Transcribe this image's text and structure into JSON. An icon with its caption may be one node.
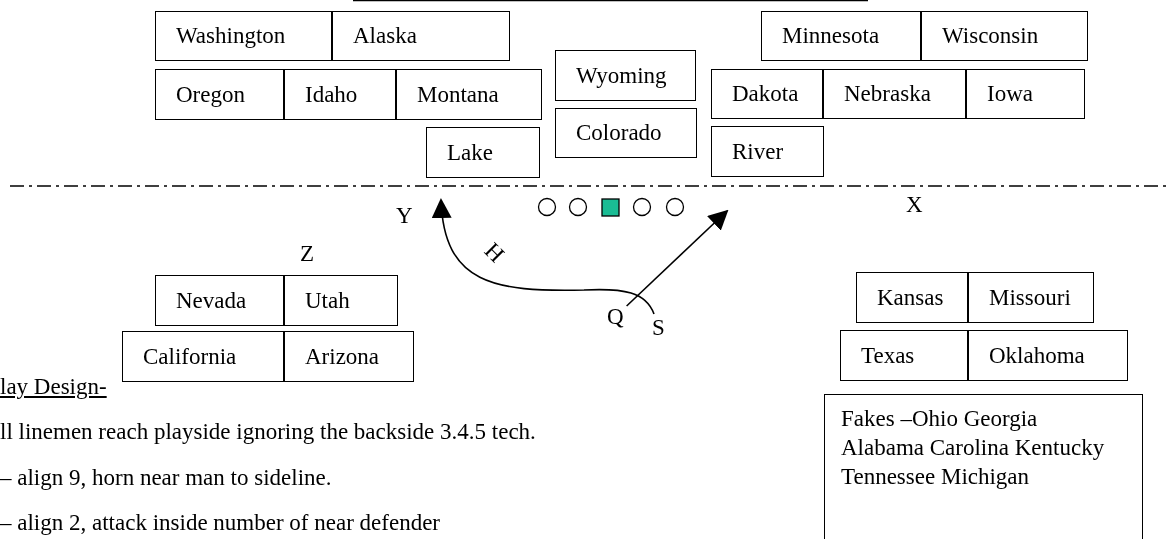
{
  "diagram": {
    "nodes": [
      {
        "text": [
          "Washington"
        ]
      },
      {
        "text": [
          "Alaska"
        ]
      },
      {
        "text": [
          "Minnesota"
        ]
      },
      {
        "text": [
          "Wisconsin"
        ]
      },
      {
        "text": [
          "Wyoming"
        ]
      },
      {
        "text": [
          "Oregon"
        ]
      },
      {
        "text": [
          "Idaho"
        ]
      },
      {
        "text": [
          "Montana"
        ]
      },
      {
        "text": [
          "Dakota"
        ]
      },
      {
        "text": [
          "Nebraska"
        ]
      },
      {
        "text": [
          "Iowa"
        ]
      },
      {
        "text": [
          "Colorado"
        ]
      },
      {
        "text": [
          "Lake"
        ]
      },
      {
        "text": [
          "River"
        ]
      },
      {
        "text": [
          "Nevada"
        ]
      },
      {
        "text": [
          "Utah"
        ]
      },
      {
        "text": [
          "Kansas"
        ]
      },
      {
        "text": [
          "Missouri"
        ]
      },
      {
        "text": [
          "Q"
        ]
      },
      {
        "text": [
          "S"
        ]
      },
      {
        "text": [
          "California"
        ]
      },
      {
        "text": [
          "Arizona"
        ]
      },
      {
        "text": [
          "Texas"
        ]
      },
      {
        "text": [
          "Oklahoma"
        ]
      },
      {
        "text": [
          "Fakes –Ohio Georgia Alabama Carolina Kentucky Tennessee Michigan"
        ]
      }
    ],
    "edges": [
      {
        "from": 19,
        "to": 12,
        "arrow": "to",
        "label": "H"
      },
      {
        "from": 18,
        "to": null,
        "arrow": "to"
      }
    ],
    "labels": [
      "Y",
      "X",
      "Z",
      "lay Design-",
      "ll linemen reach playside ignoring the backside 3.4.5 tech.",
      "– align 9, horn near man to sideline.",
      "– align 2, attack inside number of near defender"
    ]
  }
}
